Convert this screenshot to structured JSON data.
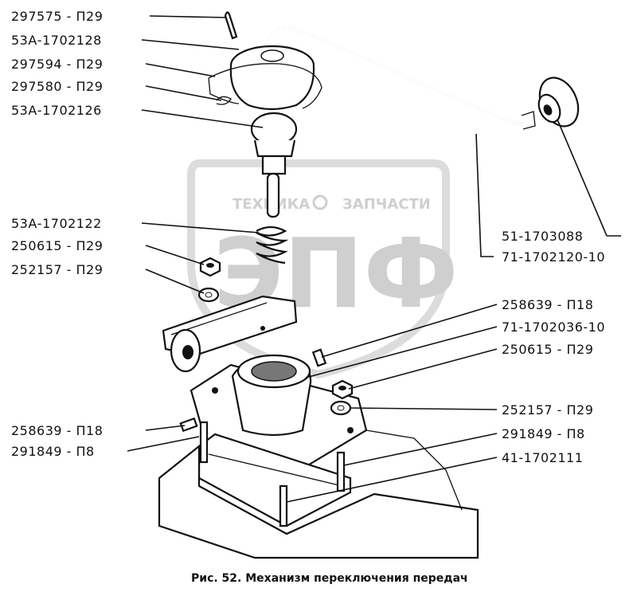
{
  "labels": {
    "l1": "297575 - П29",
    "l2": "53А-1702128",
    "l3": "297594 - П29",
    "l4": "297580 - П29",
    "l5": "53А-1702126",
    "l6": "53А-1702122",
    "l7": "250615 - П29",
    "l8": "252157 - П29",
    "r1": "51-1703088",
    "r2": "71-1702120-10",
    "r3": "258639 - П18",
    "r4": "71-1702036-10",
    "r5": "250615 - П29",
    "r6": "252157 - П29",
    "r7": "291849 - П8",
    "r8": "41-1702111",
    "b1": "258639 - П18",
    "b2": "291849 - П8"
  },
  "watermark": {
    "line1": "ТЕХНИКА",
    "line2": "ЗАПЧАСТИ",
    "logo": "ЭПФ"
  },
  "caption": "Рис. 52. Механизм переключения передач"
}
